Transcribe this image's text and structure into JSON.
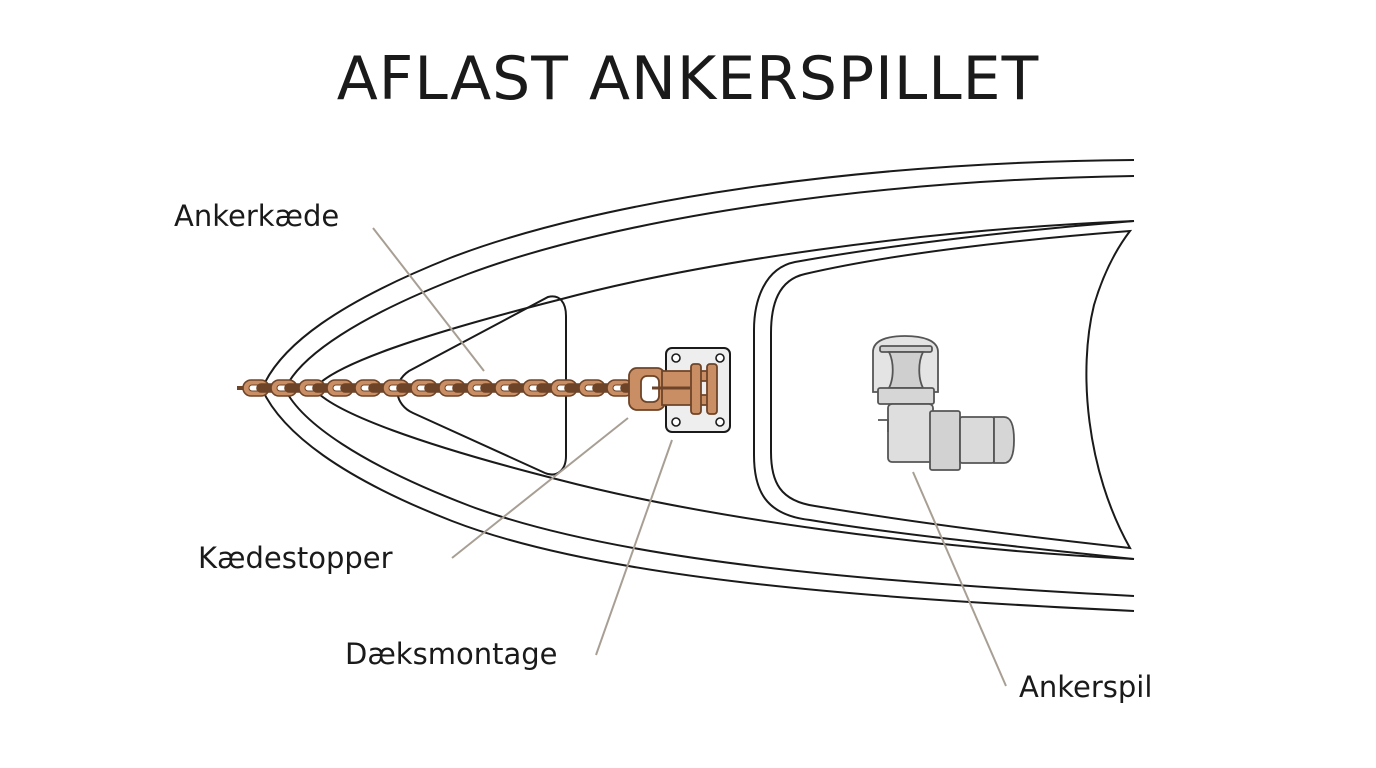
{
  "title": "AFLAST ANKERSPILLET",
  "labels": {
    "chain": "Ankerkæde",
    "chain_stopper": "Kædestopper",
    "deck_mount": "Dæksmontage",
    "windlass": "Ankerspil"
  },
  "colors": {
    "outline": "#1a1a1a",
    "chain": "#c98e63",
    "chain_stroke": "#6e4428",
    "leader": "#a89f94",
    "plate": "#eeeeee",
    "windlass": "#dcdcdc"
  },
  "icons": [
    "hull-outline",
    "anchor-chain",
    "chain-stopper",
    "deck-mount-plate",
    "windlass"
  ]
}
